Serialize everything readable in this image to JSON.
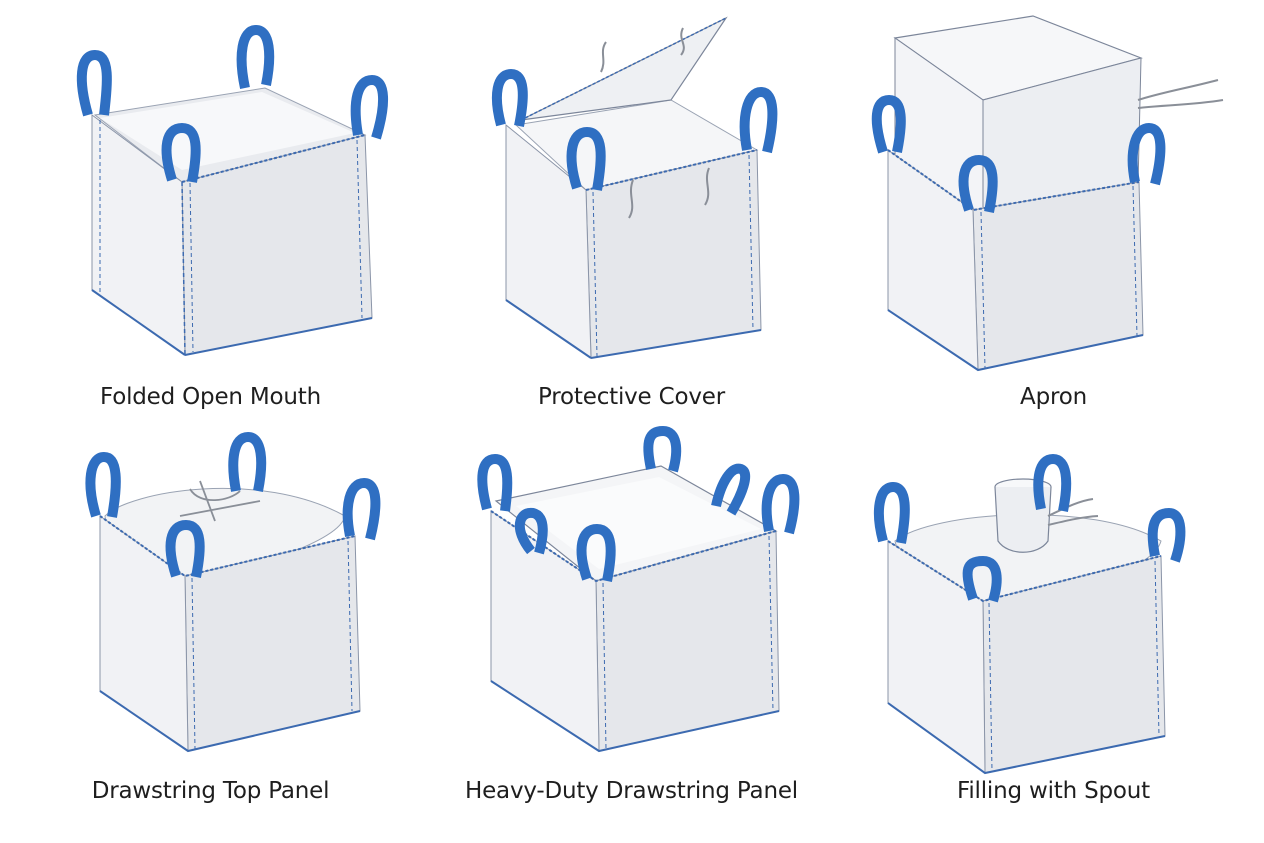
{
  "colors": {
    "strap": "#2f6fc2",
    "strap_dark": "#1f4f96",
    "fabric_front": "#f3f4f6",
    "fabric_side": "#e4e6ea",
    "stitch": "#3c6ab0",
    "caption_text": "#1e1e1e"
  },
  "bags": [
    {
      "caption": "Folded Open Mouth",
      "top_style": "open"
    },
    {
      "caption": "Protective Cover",
      "top_style": "cover"
    },
    {
      "caption": "Apron",
      "top_style": "apron"
    },
    {
      "caption": "Drawstring Top Panel",
      "top_style": "drawstring"
    },
    {
      "caption": "Heavy-Duty Drawstring Panel",
      "top_style": "heavy-drawstring"
    },
    {
      "caption": "Filling with Spout",
      "top_style": "spout"
    }
  ]
}
